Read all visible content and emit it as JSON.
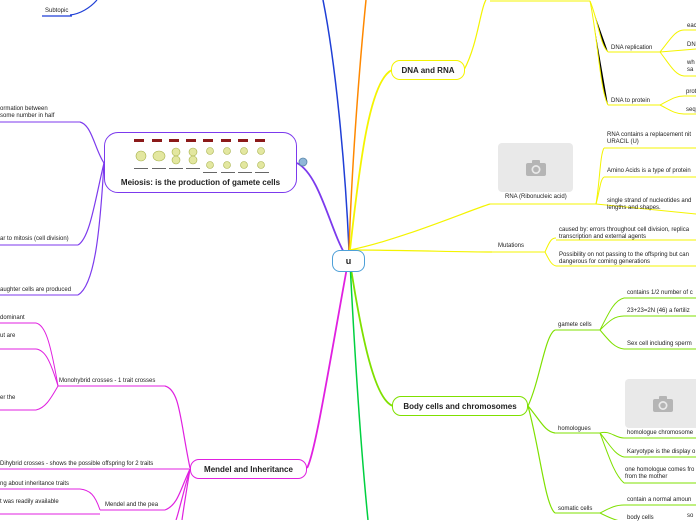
{
  "center": {
    "label": "u"
  },
  "topics": {
    "dna_rna": "DNA and RNA",
    "body_cells": "Body cells and chromosomes",
    "meiosis": "Meiosis: is the production of gamete cells",
    "mendel": "Mendel and Inheritance"
  },
  "subtopic": "Subtopic",
  "dna_rna": {
    "dna_replication": "DNA replication",
    "replication_items": [
      "eac",
      "DN",
      "wh",
      "sa"
    ],
    "dna_to_protein": "DNA to protein",
    "protein_items": [
      "prot",
      "seq"
    ],
    "rna_label": "RNA (Ribonucleic acid)",
    "rna_items": [
      "RNA contains a replacement nit",
      "URACIL (U)",
      "Amino Acids is a type of protein",
      "single strand of nucleotides and",
      "lengths and shapes."
    ],
    "mutations": "Mutations",
    "mutation_items": [
      "caused by: errors throughout cell division, replica",
      "transcription and external agents",
      "Possibility on not passing to the offspring but can",
      "dangerous for coming generations"
    ]
  },
  "body_cells": {
    "gamete_cells": "gamete cells",
    "gamete_items": [
      "contains 1/2 number of c",
      "23+23=2N (46) a fertiliz",
      "Sex cell including sperm"
    ],
    "homologues": "homologues",
    "homologue_items": [
      "homologue chromosome",
      "Karyotype is the display o",
      "one homologue comes fro",
      "from the mother"
    ],
    "somatic_cells": "somatic cells",
    "somatic_items": [
      "contain a normal amoun",
      "body cells",
      "so"
    ]
  },
  "meiosis": {
    "left_items": [
      "ormation between",
      "some number in half",
      "ar to mitosis (cell division)",
      "aughter cells are produced"
    ]
  },
  "mendel": {
    "monohybrid": "Monohybrid crosses - 1 trait crosses",
    "mono_items": [
      "dominant",
      "ut are",
      "er the"
    ],
    "dihybrid": "Dihybrid crosses - shows the possible offspring for 2 traits",
    "mendel_pea": "Mendel and the pea",
    "pea_items": [
      "ng about inheritance traits",
      "t was readily available"
    ]
  },
  "colors": {
    "center": "#4ea0d8",
    "dna_rna": "#f4f400",
    "body_cells": "#7fe000",
    "meiosis": "#7c3aed",
    "mendel": "#e020e0",
    "top_blue": "#1f3fd6",
    "top_orange": "#ff8800",
    "bottom_green": "#00d040"
  },
  "icons": [
    "image-placeholder-icon",
    "camera-icon",
    "meiosis-stages-icon"
  ]
}
